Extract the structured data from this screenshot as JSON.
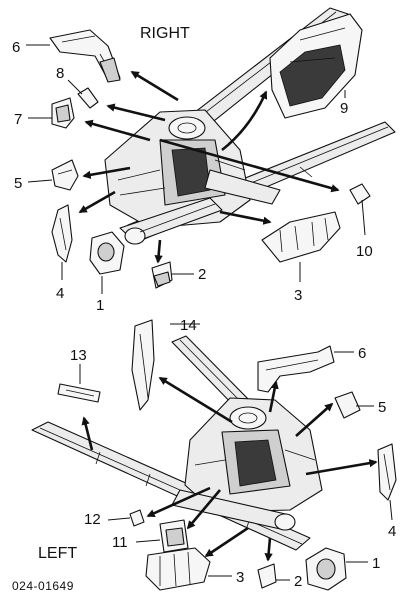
{
  "labels": {
    "right_view": "RIGHT",
    "left_view": "LEFT",
    "figure_code": "024-01649"
  },
  "callouts": {
    "c1_top": "1",
    "c2_top": "2",
    "c3_top": "3",
    "c4_top": "4",
    "c5_top": "5",
    "c6_top": "6",
    "c7_top": "7",
    "c8_top": "8",
    "c9_top": "9",
    "c10_top": "10",
    "c1_bot": "1",
    "c2_bot": "2",
    "c3_bot": "3",
    "c4_bot": "4",
    "c5_bot": "5",
    "c6_bot": "6",
    "c11_bot": "11",
    "c12_bot": "12",
    "c13_bot": "13",
    "c14_bot": "14"
  },
  "colors": {
    "ink": "#111111",
    "paper": "#ffffff",
    "panel_shade": "#3a3a3a"
  }
}
